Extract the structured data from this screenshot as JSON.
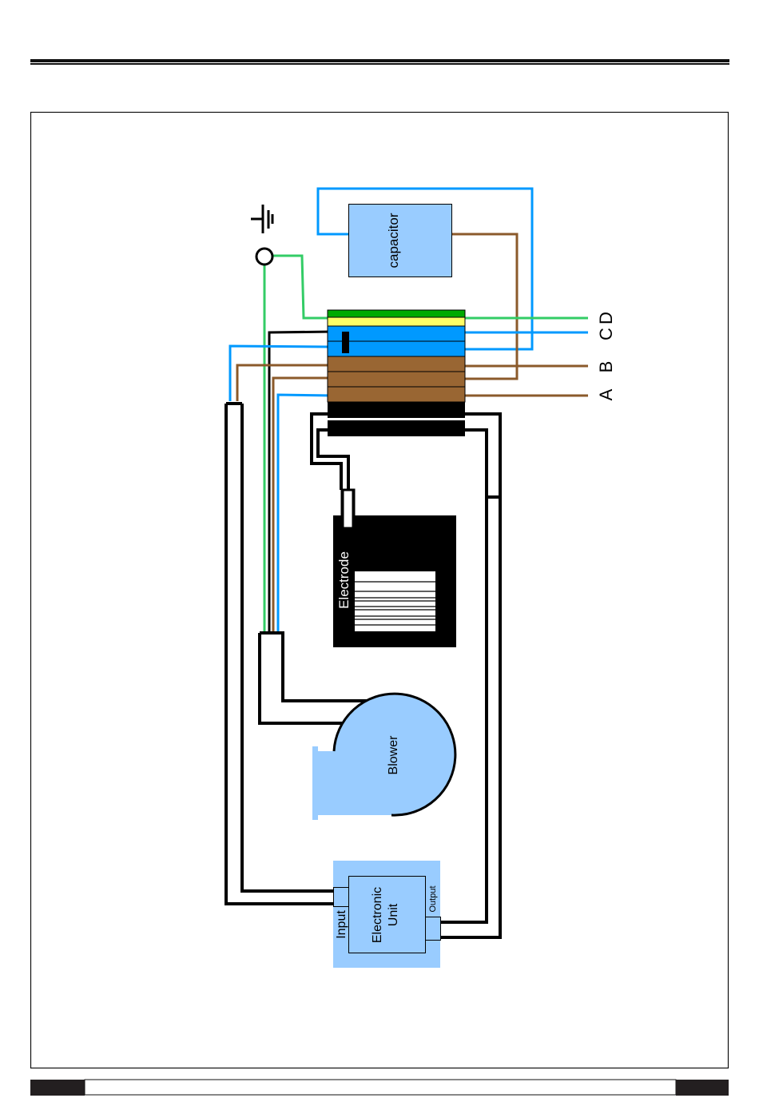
{
  "diagram": {
    "labels": {
      "capacitor": "capacitor",
      "electrode": "Electrode",
      "blower": "Blower",
      "electronic_unit_line1": "Electronic",
      "electronic_unit_line2": "Unit",
      "input": "Input",
      "output": "Output"
    },
    "terminals": [
      {
        "id": "D",
        "label": "D",
        "wire_color": "green"
      },
      {
        "id": "C",
        "label": "C",
        "wire_color": "blue"
      },
      {
        "id": "B",
        "label": "B",
        "wire_color": "brown"
      },
      {
        "id": "A",
        "label": "A",
        "wire_color": "brown"
      }
    ],
    "terminal_block_strips": [
      "green",
      "yellow",
      "blue",
      "blue",
      "brown",
      "brown",
      "brown",
      "black",
      "black"
    ],
    "colors": {
      "green": "#33cc66",
      "green_dark": "#00aa00",
      "yellow": "#ffff66",
      "blue": "#0099ff",
      "brown": "#8b5a2b",
      "brown_block": "#996633",
      "light_blue": "#99ccff",
      "black": "#000000"
    }
  }
}
